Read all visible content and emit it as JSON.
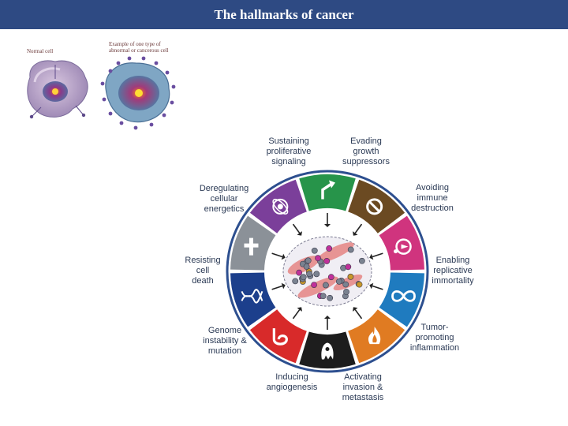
{
  "slide": {
    "title": "The hallmarks of cancer"
  },
  "cells": {
    "normal_label": "Normal cell",
    "abnormal_label": "Example of one type of\nabnormal or cancerous cell"
  },
  "hallmarks": [
    {
      "label": "Sustaining\nproliferative\nsignaling",
      "color": "#27944a",
      "icon": "arrow-icon"
    },
    {
      "label": "Evading\ngrowth\nsuppressors",
      "color": "#6b4a22",
      "icon": "prohibition-icon"
    },
    {
      "label": "Avoiding\nimmune\ndestruction",
      "color": "#d0347e",
      "icon": "immune-cell-icon"
    },
    {
      "label": "Enabling\nreplicative\nimmortality",
      "color": "#1f7bbf",
      "icon": "infinity-icon"
    },
    {
      "label": "Tumor-\npromoting\ninflammation",
      "color": "#e07b22",
      "icon": "flame-icon"
    },
    {
      "label": "Activating\ninvasion &\nmetastasis",
      "color": "#1d1d1d",
      "icon": "invasive-cell-icon"
    },
    {
      "label": "Inducing\nangiogenesis",
      "color": "#d82a2a",
      "icon": "blood-vessel-icon"
    },
    {
      "label": "Genome\ninstability &\nmutation",
      "color": "#1c3f8c",
      "icon": "dna-icon"
    },
    {
      "label": "Resisting\ncell\ndeath",
      "color": "#8b9198",
      "icon": "cross-icon"
    },
    {
      "label": "Deregulating\ncellular\nenergetics",
      "color": "#7b3f9a",
      "icon": "atom-icon"
    }
  ]
}
